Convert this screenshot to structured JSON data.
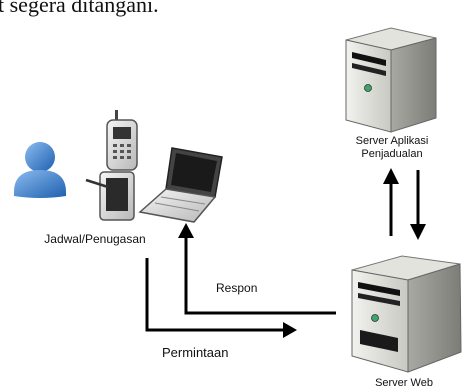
{
  "intro_fragment": "t segera ditangani.",
  "labels": {
    "client": "Jadwal/Penugasan",
    "app_server_line1": "Server Aplikasi",
    "app_server_line2": "Penjadualan",
    "web_server": "Server Web",
    "response": "Respon",
    "request": "Permintaan"
  },
  "icons": [
    "user-icon",
    "mobile-phone-icon",
    "tablet-icon",
    "laptop-icon",
    "application-server-icon",
    "web-server-icon"
  ],
  "colors": {
    "user": "#3c7fc9",
    "server_body": "#d8d8d2",
    "screen": "#111111",
    "arrow": "#000000"
  }
}
